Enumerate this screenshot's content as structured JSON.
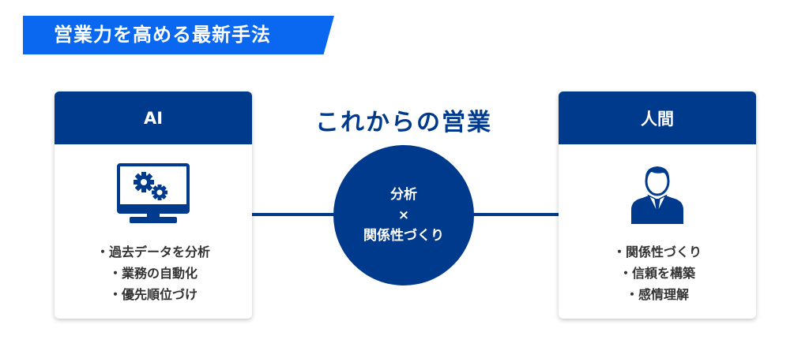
{
  "banner": {
    "title": "営業力を高める最新手法"
  },
  "center": {
    "title": "これからの営業",
    "circle": {
      "line1": "分析",
      "operator": "×",
      "line2": "関係性づくり"
    }
  },
  "cards": [
    {
      "header": "AI",
      "icon": "monitor-gears-icon",
      "items": [
        "・過去データを分析",
        "・業務の自動化",
        "・優先順位づけ"
      ]
    },
    {
      "header": "人間",
      "icon": "businessperson-icon",
      "items": [
        "・関係性づくり",
        "・信頼を構築",
        "・感情理解"
      ]
    }
  ],
  "colors": {
    "banner": "#0a68f0",
    "navy": "#003a8c",
    "text": "#333333",
    "background": "#ffffff"
  }
}
